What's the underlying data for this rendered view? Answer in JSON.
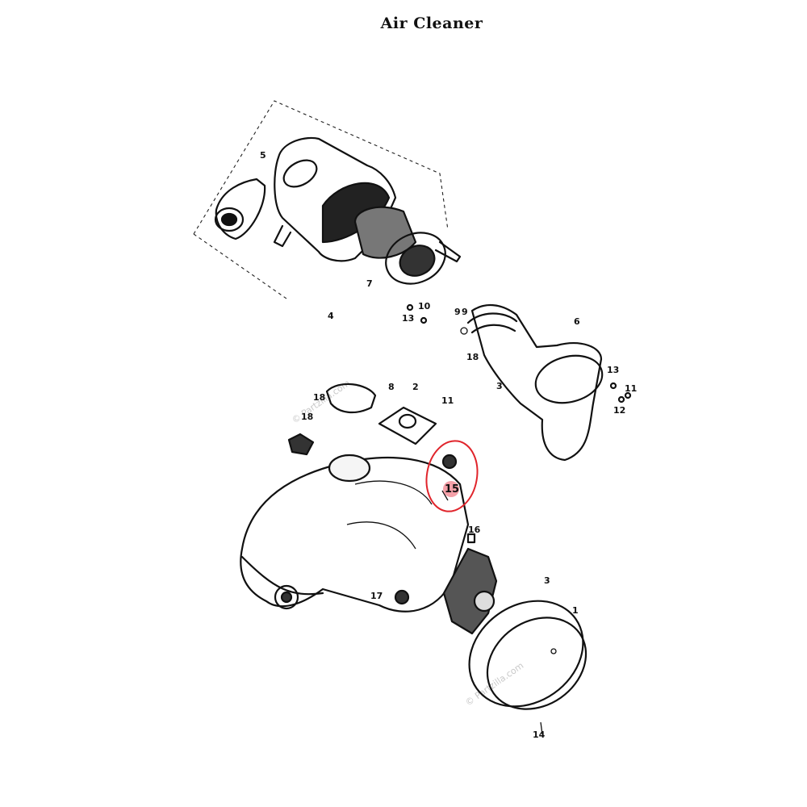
{
  "title": "Air Cleaner",
  "watermark": "© Partzilla.com",
  "highlight": {
    "part_number": "15",
    "ring_color": "#e0242b",
    "dot_color": "#f4a0a8"
  },
  "callouts": {
    "c1": "1",
    "c2": "2",
    "c3": "3",
    "c4": "4",
    "c5": "5",
    "c6": "6",
    "c7": "7",
    "c8": "8",
    "c9": "9",
    "c9b": "9",
    "c10": "10",
    "c11a": "11",
    "c11b": "11",
    "c12": "12",
    "c13a": "13",
    "c13b": "13",
    "c14": "14",
    "c15": "15",
    "c16": "16",
    "c17": "17",
    "c18a": "18",
    "c18b": "18",
    "c18c": "18"
  }
}
